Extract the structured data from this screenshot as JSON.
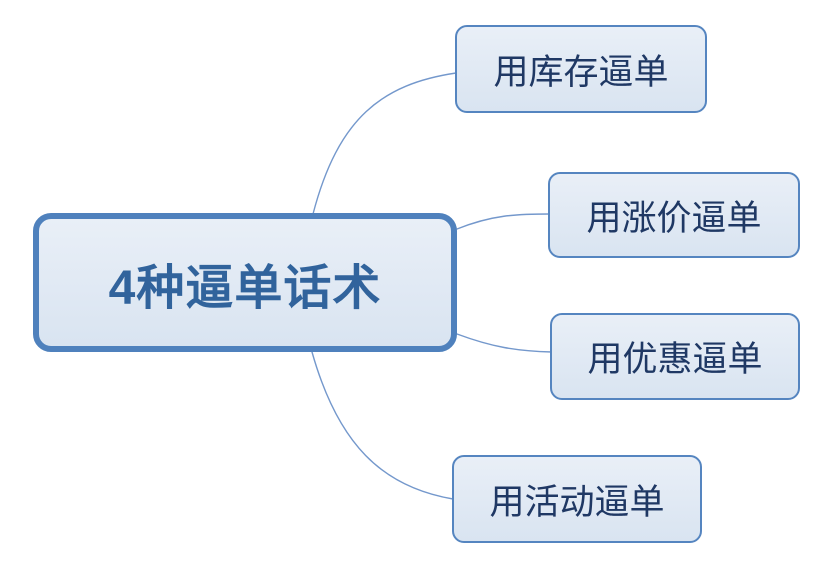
{
  "diagram": {
    "type": "mindmap",
    "root": {
      "label": "4种逼单话术"
    },
    "branches": [
      {
        "label": "用库存逼单"
      },
      {
        "label": "用涨价逼单"
      },
      {
        "label": "用优惠逼单"
      },
      {
        "label": "用活动逼单"
      }
    ],
    "colors": {
      "node_fill_top": "#e9eff7",
      "node_fill_bottom": "#d9e4f1",
      "root_border": "#4f81bd",
      "branch_border": "#5585c0",
      "root_text": "#31639c",
      "branch_text": "#1f3864",
      "connector": "#7498cc",
      "background": "#ffffff"
    }
  }
}
